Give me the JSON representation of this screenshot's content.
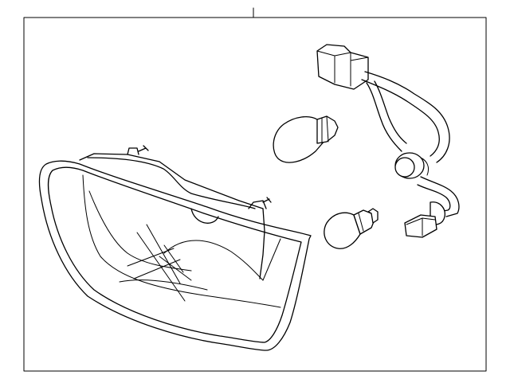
{
  "diagram": {
    "type": "exploded-parts-view",
    "subject": "tail-lamp-assembly",
    "parts": [
      {
        "id": "lamp-housing",
        "icon": "tail-lamp-icon"
      },
      {
        "id": "large-bulb",
        "icon": "bulb-icon"
      },
      {
        "id": "small-bulb",
        "icon": "bulb-icon"
      },
      {
        "id": "wiring-harness",
        "icon": "harness-icon"
      }
    ],
    "colors": {
      "line": "#000000",
      "background": "#ffffff"
    }
  }
}
